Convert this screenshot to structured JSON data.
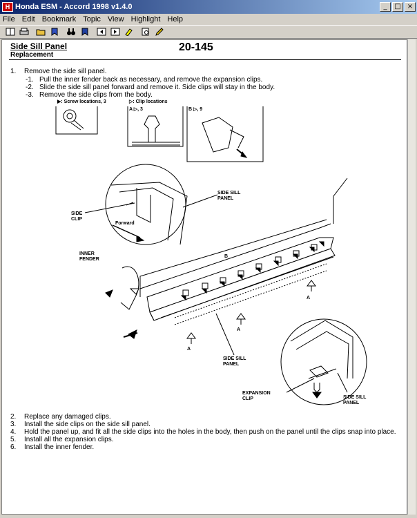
{
  "window": {
    "title": "Honda ESM - Accord 1998 v1.4.0",
    "icon": "honda-app-icon",
    "controls": [
      "minimize-icon",
      "maximize-icon",
      "close-icon"
    ]
  },
  "menu": [
    {
      "label": "File"
    },
    {
      "label": "Edit"
    },
    {
      "label": "Bookmark"
    },
    {
      "label": "Topic"
    },
    {
      "label": "View"
    },
    {
      "label": "Highlight"
    },
    {
      "label": "Help"
    }
  ],
  "toolbar": {
    "icons": [
      "book-icon",
      "print-icon",
      "open-folder-icon",
      "bookmark-icon",
      "binoculars-icon",
      "find-next-icon",
      "back-icon",
      "forward-icon",
      "highlight-icon",
      "search-page-icon",
      "pencil-icon"
    ]
  },
  "page": {
    "section": "Side Sill Panel",
    "subtitle": "Replacement",
    "page_number": "20-145",
    "steps_top": [
      {
        "num": "1.",
        "text": "Remove the side sill panel."
      }
    ],
    "substeps": [
      {
        "num": "-1.",
        "text": "Pull the inner fender back as necessary, and remove the expansion clips."
      },
      {
        "num": "-2.",
        "text": "Slide the side sill panel forward and remove it. Side clips will stay in the body."
      },
      {
        "num": "-3.",
        "text": "Remove the side clips from the body."
      }
    ],
    "steps_bottom": [
      {
        "num": "2.",
        "text": "Replace any damaged clips."
      },
      {
        "num": "3.",
        "text": "Install the side clips on the side sill panel."
      },
      {
        "num": "4.",
        "text": "Hold the panel up, and fit all the side clips into the holes in the body, then push on the panel until the clips snap into place."
      },
      {
        "num": "5.",
        "text": "Install all the expansion clips."
      },
      {
        "num": "6.",
        "text": "Install the inner fender."
      }
    ]
  },
  "illustration": {
    "screw_label": "▶: Screw locations, 3",
    "clip_label": "▷: Clip locations",
    "clip_a": "A ▷, 3",
    "clip_b": "B ▷, 9",
    "side_sill_panel_1": "SIDE SILL\nPANEL",
    "side_clip": "SIDE\nCLIP",
    "forward": "Forward",
    "inner_fender": "INNER\nFENDER",
    "label_b": "B",
    "label_a1": "A",
    "label_a2": "A",
    "label_a3": "A",
    "side_sill_panel_2": "SIDE SILL\nPANEL",
    "expansion_clip": "EXPANSION\nCLIP",
    "side_sill_panel_3": "SIDE SILL\nPANEL"
  }
}
